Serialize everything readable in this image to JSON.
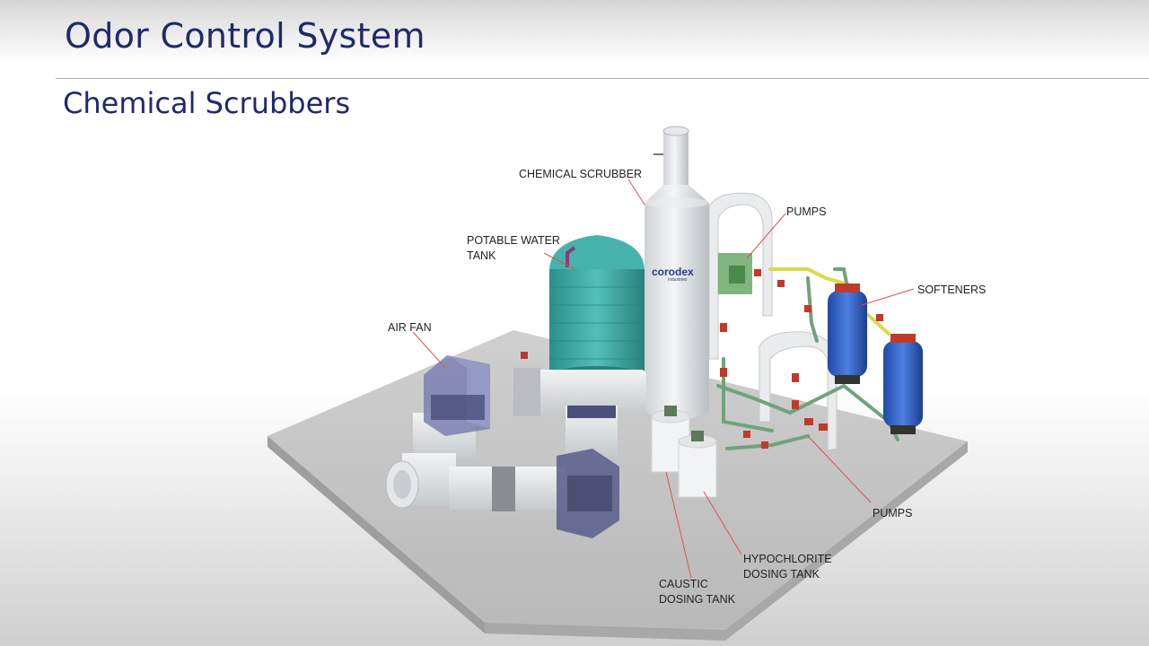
{
  "header": {
    "title": "Odor Control System",
    "subtitle": "Chemical Scrubbers"
  },
  "brand": {
    "name": "corodex",
    "tagline": "industries"
  },
  "labels": {
    "chemical_scrubber": "CHEMICAL SCRUBBER",
    "pumps_top": "PUMPS",
    "potable_water_tank": "POTABLE WATER\nTANK",
    "softeners": "SOFTENERS",
    "air_fan": "AIR FAN",
    "pumps_bottom": "PUMPS",
    "hypochlorite_dosing_tank": "HYPOCHLORITE\nDOSING TANK",
    "caustic_dosing_tank": "CAUSTIC\nDOSING TANK"
  },
  "colors": {
    "title": "#1f2a6b",
    "leader_line": "#d9534f",
    "water_tank": "#3aa6a0",
    "softener": "#2f5fbf",
    "fan": "#5a5f8c",
    "pipe_green": "#6fa37a",
    "pipe_yellow": "#d9d94a",
    "valve": "#c0392b"
  }
}
